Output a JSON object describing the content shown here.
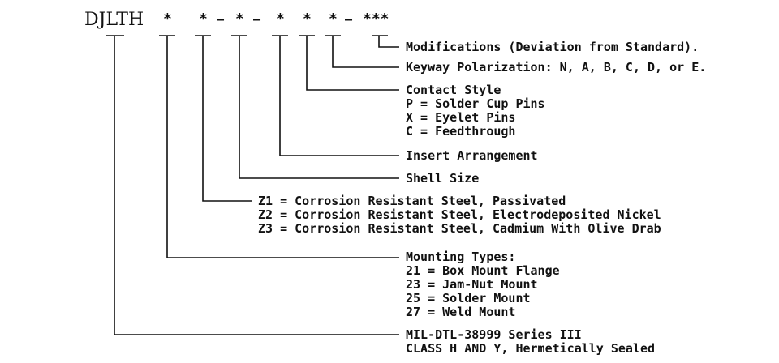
{
  "header": {
    "prefix": "DJLTH",
    "seg1": "*",
    "seg2": "*",
    "dash1": "–",
    "seg3": "*",
    "dash2": "–",
    "seg4": "*",
    "seg5": "*",
    "seg6": "*",
    "dash3": "–",
    "seg7": "***"
  },
  "legend": {
    "modifications": "Modifications (Deviation from Standard).",
    "keyway": "Keyway Polarization: N, A, B, C, D, or E.",
    "contact_style": {
      "title": "Contact Style",
      "options": [
        "P = Solder Cup Pins",
        "X = Eyelet Pins",
        "C = Feedthrough"
      ]
    },
    "insert_arrangement": "Insert Arrangement",
    "shell_size": "Shell Size",
    "material": {
      "options": [
        "Z1 = Corrosion Resistant Steel, Passivated",
        "Z2 = Corrosion Resistant Steel, Electrodeposited Nickel",
        "Z3 = Corrosion Resistant Steel, Cadmium With Olive Drab"
      ]
    },
    "mounting": {
      "title": "Mounting Types:",
      "options": [
        "21 = Box Mount Flange",
        "23 = Jam-Nut Mount",
        "25 = Solder Mount",
        "27 = Weld Mount"
      ]
    },
    "series": {
      "line1": "MIL-DTL-38999 Series III",
      "line2": "CLASS H AND Y, Hermetically Sealed"
    }
  }
}
